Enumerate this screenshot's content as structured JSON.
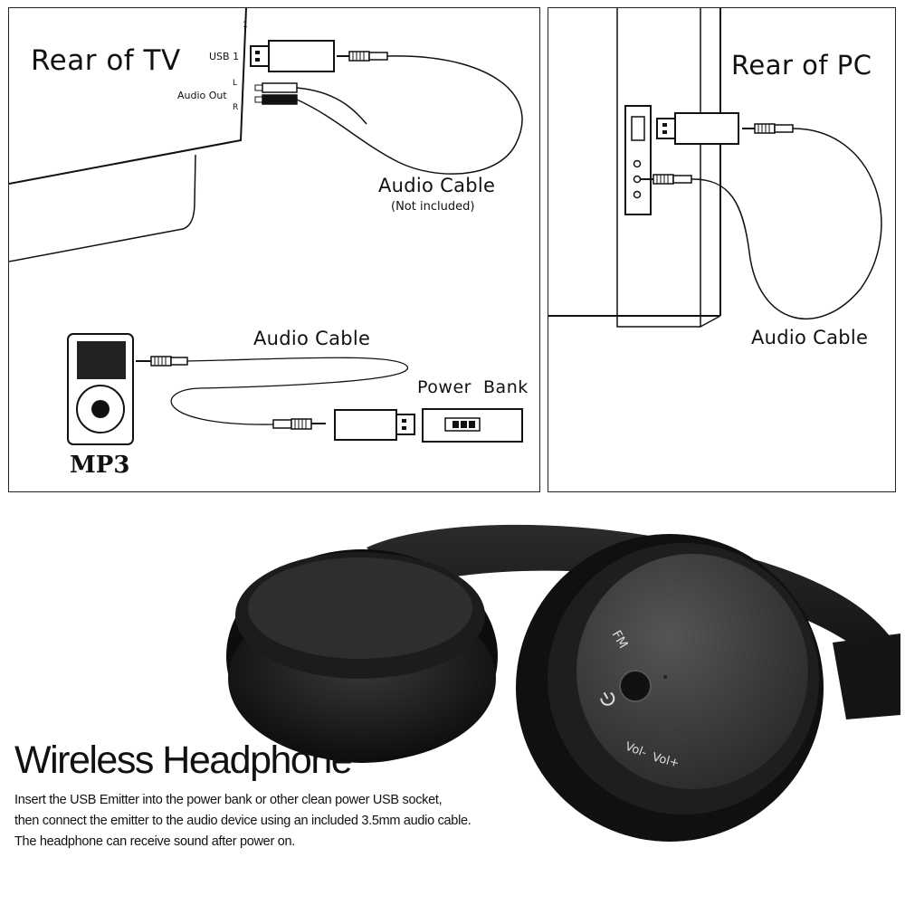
{
  "tv_panel": {
    "title": "Rear of TV",
    "usb_port_label": "USB 1",
    "port_number": "1",
    "audio_out_label": "Audio Out",
    "left_label": "L",
    "right_label": "R",
    "audio_cable_label": "Audio Cable",
    "not_included_note": "(Not included)",
    "mp3_cable_label": "Audio Cable",
    "power_bank_label": "Power  Bank",
    "mp3_label": "MP3"
  },
  "pc_panel": {
    "title": "Rear of PC",
    "audio_cable_label": "Audio Cable"
  },
  "headphone": {
    "button_fm": "FM",
    "button_vol_minus": "Vol-",
    "button_vol_plus": "Vol+",
    "power_icon": "power-icon"
  },
  "footer": {
    "headline": "Wireless Headphone",
    "description_lines": [
      "Insert the USB Emitter into the power bank or other clean power USB socket,",
      "then connect the emitter to the audio device using an included 3.5mm audio cable.",
      "The headphone can receive sound after power on."
    ]
  },
  "colors": {
    "ink": "#111111",
    "headphone_body": "#1b1b1b",
    "headphone_plate": "#3a3a3a"
  }
}
